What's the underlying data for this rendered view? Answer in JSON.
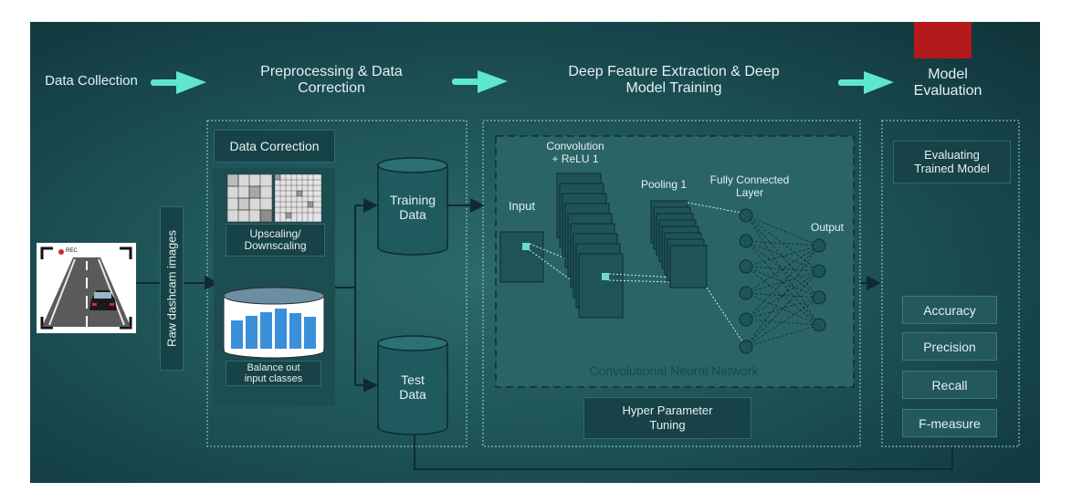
{
  "header": {
    "stage1": "Data Collection",
    "stage2_line1": "Preprocessing & Data",
    "stage2_line2": "Correction",
    "stage3_line1": "Deep Feature Extraction & Deep",
    "stage3_line2": "Model Training",
    "stage4_line1": "Model",
    "stage4_line2": "Evaluation"
  },
  "raw_images_label": "Raw dashcam images",
  "camera_rec": "REC",
  "preprocessing": {
    "title": "Data Correction",
    "scaling_line1": "Upscaling/",
    "scaling_line2": "Downscaling",
    "balance_line1": "Balance out",
    "balance_line2": "input classes"
  },
  "datasets": {
    "training_line1": "Training",
    "training_line2": "Data",
    "test_line1": "Test",
    "test_line2": "Data"
  },
  "cnn": {
    "convolution_line1": "Convolution",
    "convolution_line2": "+ ReLU 1",
    "input": "Input",
    "pooling": "Pooling 1",
    "fc_line1": "Fully Connected",
    "fc_line2": "Layer",
    "output": "Output",
    "title": "Convolutional Neural Network"
  },
  "hyper": {
    "line1": "Hyper Parameter",
    "line2": "Tuning"
  },
  "evaluation": {
    "title_line1": "Evaluating",
    "title_line2": "Trained Model",
    "metrics": [
      "Accuracy",
      "Precision",
      "Recall",
      "F-measure"
    ]
  },
  "colors": {
    "accent_arrow": "#5ee6cf",
    "red_block": "#b3191d",
    "bar_blue": "#3a8fd9"
  }
}
